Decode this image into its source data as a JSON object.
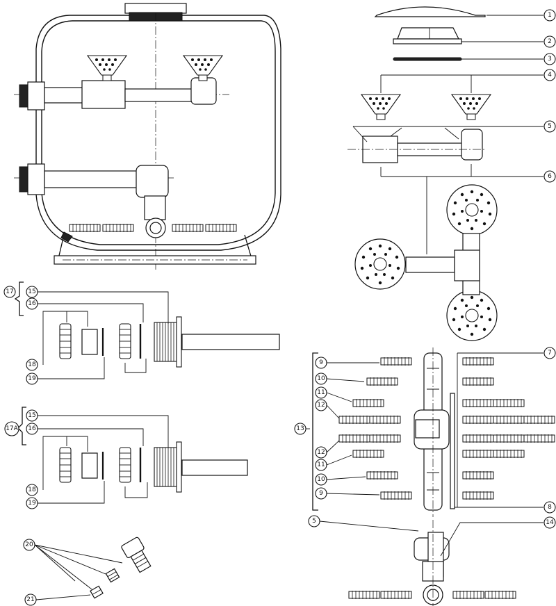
{
  "callouts": {
    "c1": "1",
    "c2": "2",
    "c3": "3",
    "c4": "4",
    "c5a": "5",
    "c6": "6",
    "c7": "7",
    "c8": "8",
    "c14": "14",
    "c5b": "5",
    "c9a": "9",
    "c10a": "10",
    "c11a": "11",
    "c12a": "12",
    "c13": "13",
    "c12b": "12",
    "c11b": "11",
    "c10b": "10",
    "c9b": "9",
    "c17": "17",
    "c15a": "15",
    "c16a": "16",
    "c18a": "18",
    "c19a": "19",
    "c17a": "17A",
    "c15b": "15",
    "c16b": "16",
    "c18b": "18",
    "c19b": "19",
    "c20": "20",
    "c21": "21"
  }
}
